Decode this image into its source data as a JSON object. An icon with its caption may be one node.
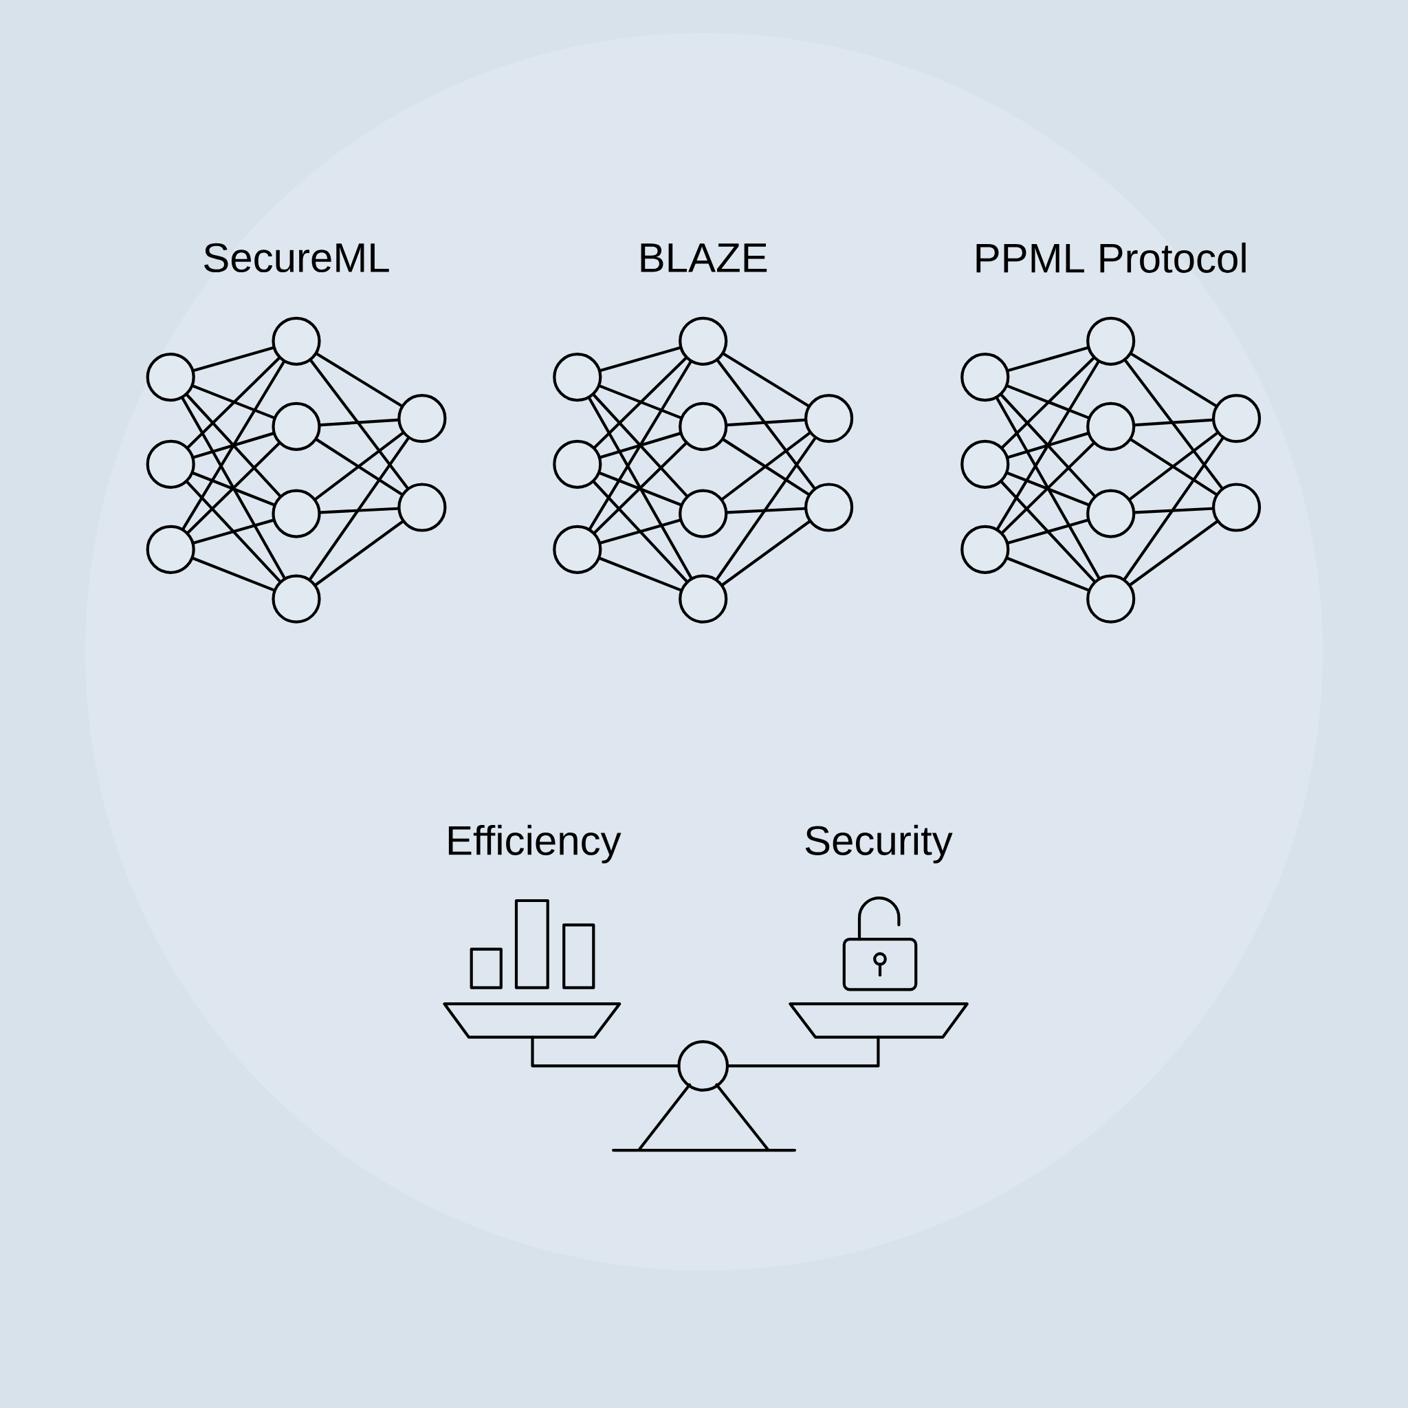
{
  "diagram": {
    "nodes": [
      {
        "text": [],
        "shape": "circle"
      },
      {
        "text": [],
        "shape": "circle"
      },
      {
        "text": [],
        "shape": "circle"
      },
      {
        "text": [],
        "shape": "circle"
      },
      {
        "text": [],
        "shape": "circle"
      },
      {
        "text": [],
        "shape": "circle"
      },
      {
        "text": [],
        "shape": "circle"
      },
      {
        "text": [],
        "shape": "circle"
      },
      {
        "text": [],
        "shape": "circle"
      },
      {
        "text": [],
        "shape": "circle"
      },
      {
        "text": [],
        "shape": "circle"
      },
      {
        "text": [],
        "shape": "circle"
      },
      {
        "text": [],
        "shape": "circle"
      },
      {
        "text": [],
        "shape": "circle"
      },
      {
        "text": [],
        "shape": "circle"
      },
      {
        "text": [],
        "shape": "circle"
      },
      {
        "text": [],
        "shape": "circle"
      },
      {
        "text": [],
        "shape": "circle"
      },
      {
        "text": [],
        "shape": "circle"
      },
      {
        "text": [],
        "shape": "circle"
      },
      {
        "text": [],
        "shape": "circle"
      },
      {
        "text": [],
        "shape": "circle"
      },
      {
        "text": [],
        "shape": "circle"
      },
      {
        "text": [],
        "shape": "circle"
      },
      {
        "text": [],
        "shape": "circle"
      },
      {
        "text": [],
        "shape": "circle"
      },
      {
        "text": [],
        "shape": "circle"
      }
    ],
    "edges": [
      {
        "from": 0,
        "to": 3,
        "arrow": "none"
      },
      {
        "from": 0,
        "to": 4,
        "arrow": "none"
      },
      {
        "from": 0,
        "to": 5,
        "arrow": "none"
      },
      {
        "from": 0,
        "to": 6,
        "arrow": "none"
      },
      {
        "from": 1,
        "to": 3,
        "arrow": "none"
      },
      {
        "from": 1,
        "to": 4,
        "arrow": "none"
      },
      {
        "from": 1,
        "to": 5,
        "arrow": "none"
      },
      {
        "from": 1,
        "to": 6,
        "arrow": "none"
      },
      {
        "from": 2,
        "to": 3,
        "arrow": "none"
      },
      {
        "from": 2,
        "to": 4,
        "arrow": "none"
      },
      {
        "from": 2,
        "to": 5,
        "arrow": "none"
      },
      {
        "from": 2,
        "to": 6,
        "arrow": "none"
      },
      {
        "from": 3,
        "to": 7,
        "arrow": "none"
      },
      {
        "from": 3,
        "to": 8,
        "arrow": "none"
      },
      {
        "from": 4,
        "to": 7,
        "arrow": "none"
      },
      {
        "from": 4,
        "to": 8,
        "arrow": "none"
      },
      {
        "from": 5,
        "to": 7,
        "arrow": "none"
      },
      {
        "from": 5,
        "to": 8,
        "arrow": "none"
      },
      {
        "from": 6,
        "to": 7,
        "arrow": "none"
      },
      {
        "from": 6,
        "to": 8,
        "arrow": "none"
      },
      {
        "from": 9,
        "to": 12,
        "arrow": "none"
      },
      {
        "from": 9,
        "to": 13,
        "arrow": "none"
      },
      {
        "from": 9,
        "to": 14,
        "arrow": "none"
      },
      {
        "from": 9,
        "to": 15,
        "arrow": "none"
      },
      {
        "from": 10,
        "to": 12,
        "arrow": "none"
      },
      {
        "from": 10,
        "to": 13,
        "arrow": "none"
      },
      {
        "from": 10,
        "to": 14,
        "arrow": "none"
      },
      {
        "from": 10,
        "to": 15,
        "arrow": "none"
      },
      {
        "from": 11,
        "to": 12,
        "arrow": "none"
      },
      {
        "from": 11,
        "to": 13,
        "arrow": "none"
      },
      {
        "from": 11,
        "to": 14,
        "arrow": "none"
      },
      {
        "from": 11,
        "to": 15,
        "arrow": "none"
      },
      {
        "from": 12,
        "to": 16,
        "arrow": "none"
      },
      {
        "from": 12,
        "to": 17,
        "arrow": "none"
      },
      {
        "from": 13,
        "to": 16,
        "arrow": "none"
      },
      {
        "from": 13,
        "to": 17,
        "arrow": "none"
      },
      {
        "from": 14,
        "to": 16,
        "arrow": "none"
      },
      {
        "from": 14,
        "to": 17,
        "arrow": "none"
      },
      {
        "from": 15,
        "to": 16,
        "arrow": "none"
      },
      {
        "from": 15,
        "to": 17,
        "arrow": "none"
      },
      {
        "from": 18,
        "to": 21,
        "arrow": "none"
      },
      {
        "from": 18,
        "to": 22,
        "arrow": "none"
      },
      {
        "from": 18,
        "to": 23,
        "arrow": "none"
      },
      {
        "from": 18,
        "to": 24,
        "arrow": "none"
      },
      {
        "from": 19,
        "to": 21,
        "arrow": "none"
      },
      {
        "from": 19,
        "to": 22,
        "arrow": "none"
      },
      {
        "from": 19,
        "to": 23,
        "arrow": "none"
      },
      {
        "from": 19,
        "to": 24,
        "arrow": "none"
      },
      {
        "from": 20,
        "to": 21,
        "arrow": "none"
      },
      {
        "from": 20,
        "to": 22,
        "arrow": "none"
      },
      {
        "from": 20,
        "to": 23,
        "arrow": "none"
      },
      {
        "from": 20,
        "to": 24,
        "arrow": "none"
      },
      {
        "from": 21,
        "to": 25,
        "arrow": "none"
      },
      {
        "from": 21,
        "to": 26,
        "arrow": "none"
      },
      {
        "from": 22,
        "to": 25,
        "arrow": "none"
      },
      {
        "from": 22,
        "to": 26,
        "arrow": "none"
      },
      {
        "from": 23,
        "to": 25,
        "arrow": "none"
      },
      {
        "from": 23,
        "to": 26,
        "arrow": "none"
      },
      {
        "from": 24,
        "to": 25,
        "arrow": "none"
      },
      {
        "from": 24,
        "to": 26,
        "arrow": "none"
      }
    ],
    "labels": [
      "SecureML",
      "BLAZE",
      "PPML Protocol",
      "Efficiency",
      "Security"
    ]
  }
}
